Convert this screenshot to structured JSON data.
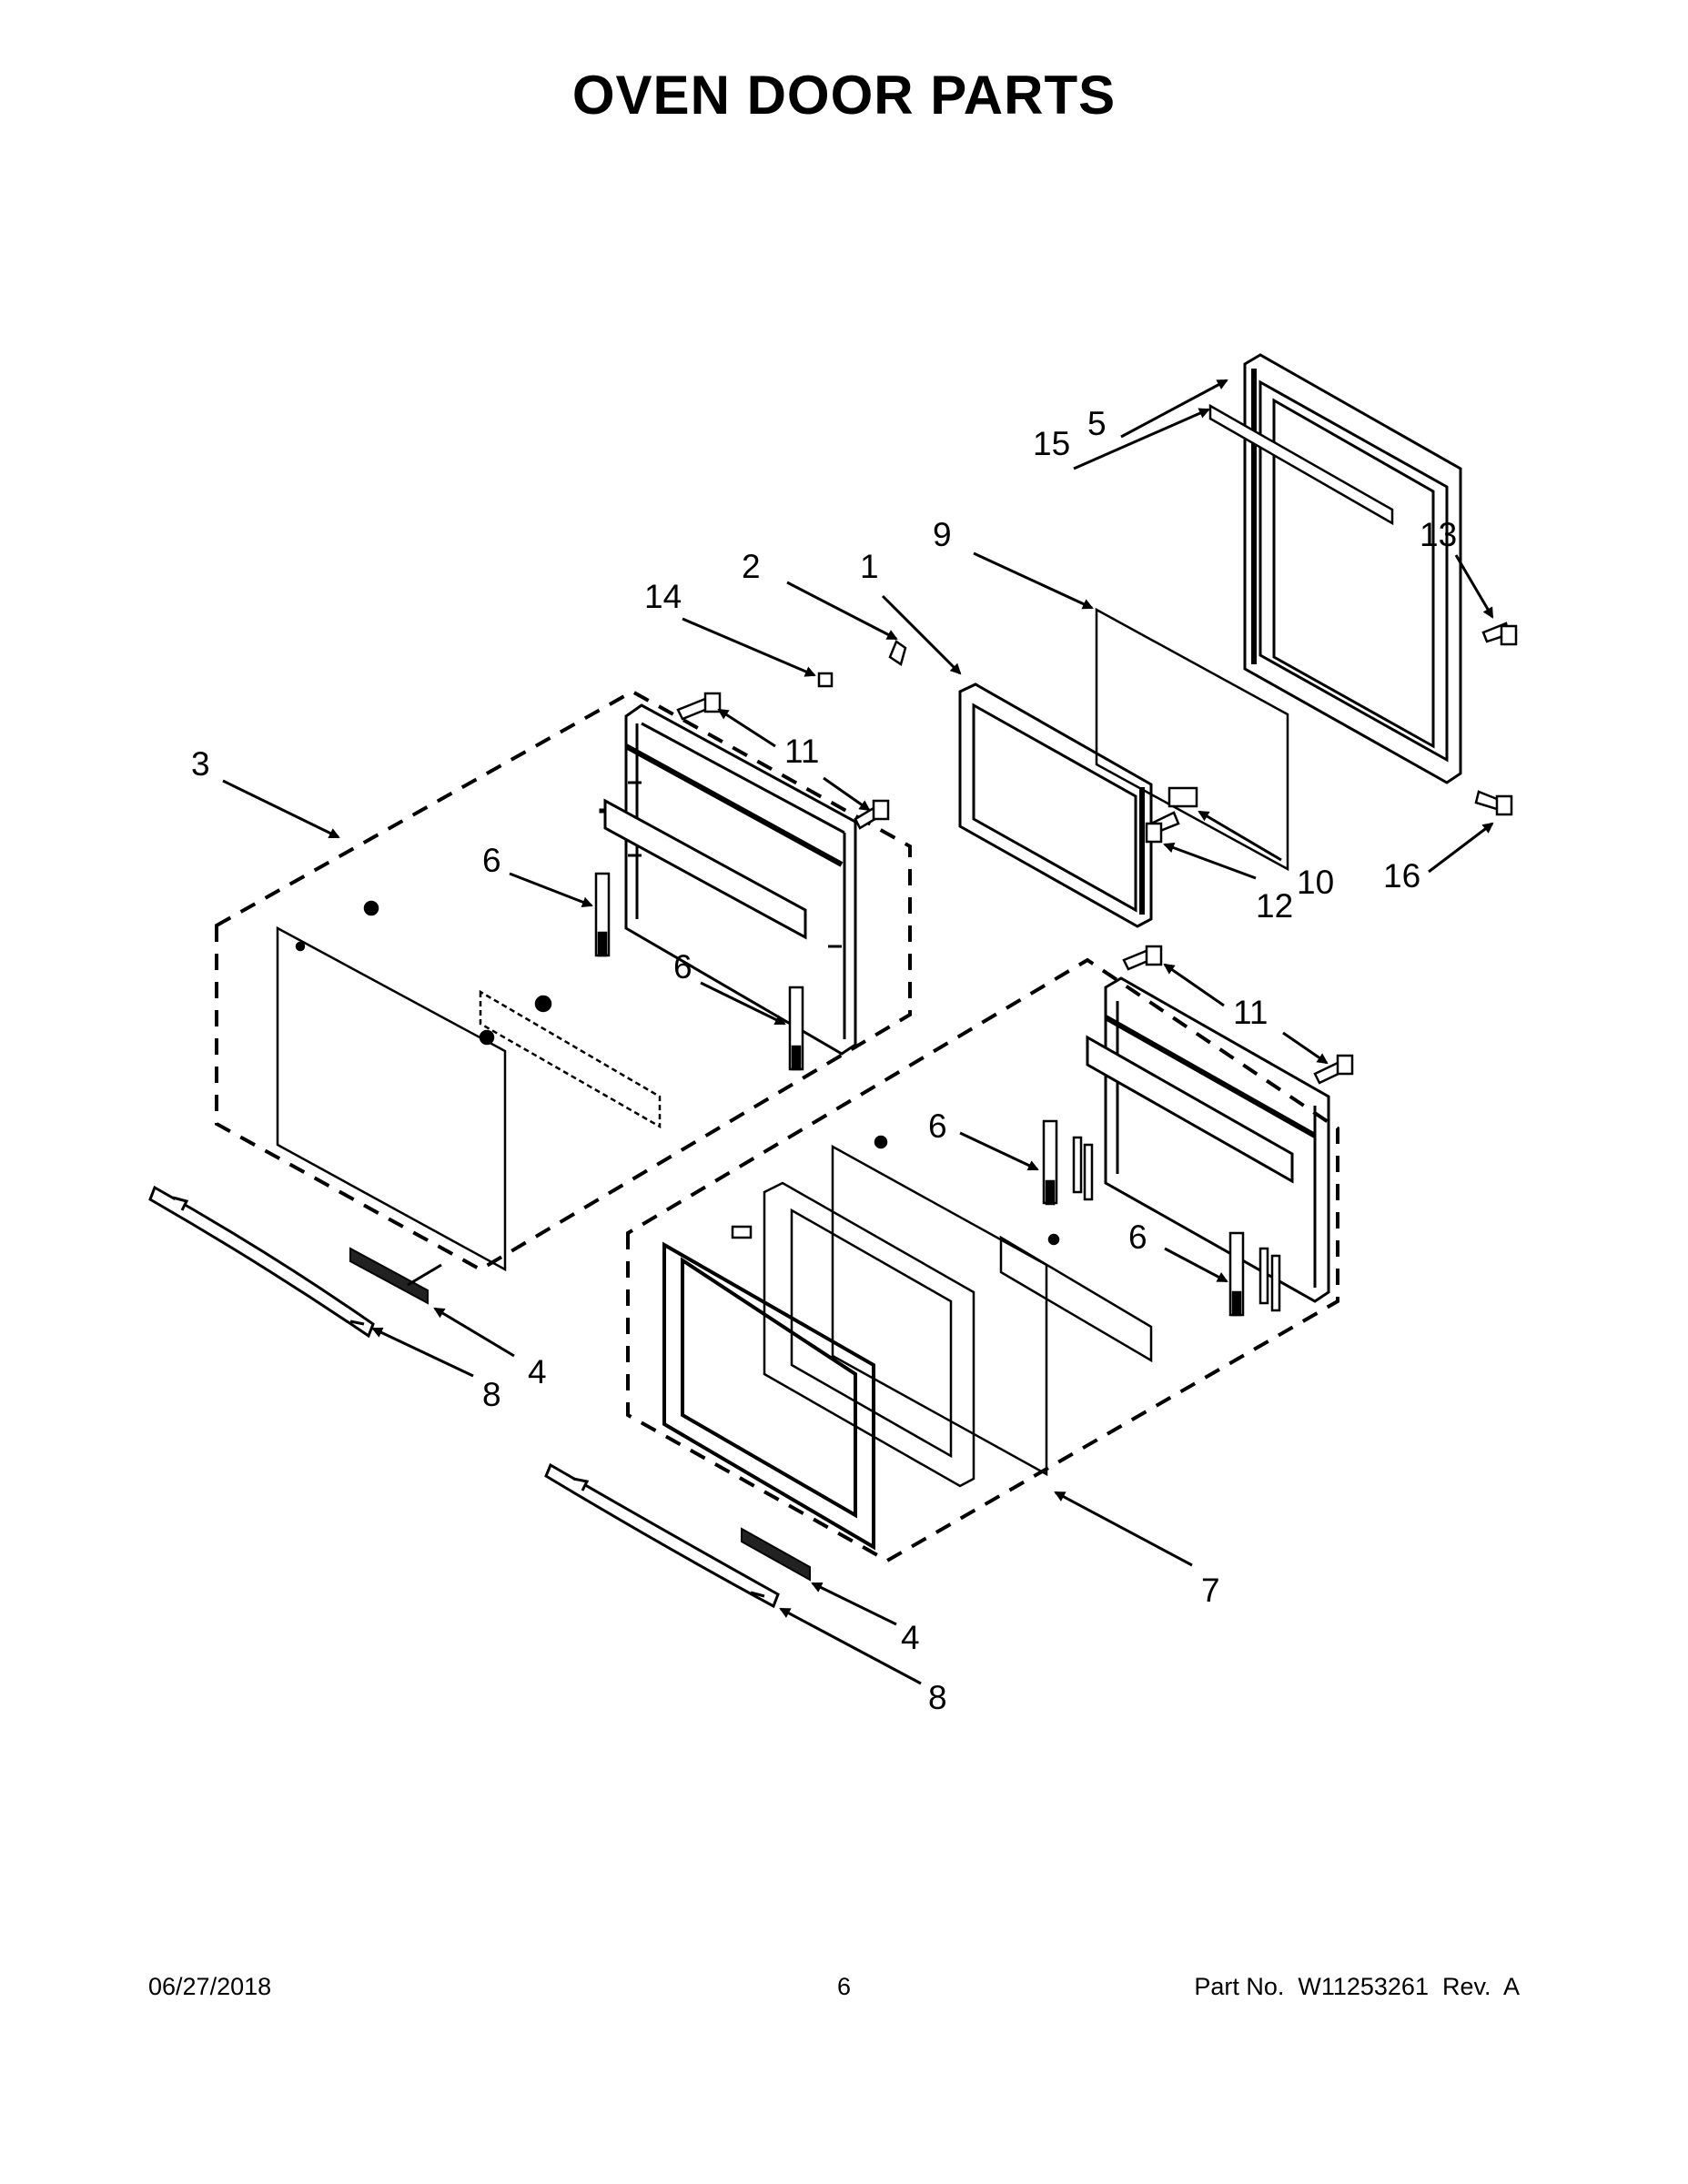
{
  "title": "OVEN DOOR PARTS",
  "callouts": {
    "c1": "1",
    "c2": "2",
    "c3": "3",
    "c4a": "4",
    "c4b": "4",
    "c5": "5",
    "c6a": "6",
    "c6b": "6",
    "c6c": "6",
    "c6d": "6",
    "c7": "7",
    "c8a": "8",
    "c8b": "8",
    "c9": "9",
    "c10": "10",
    "c11a": "11",
    "c11b": "11",
    "c12": "12",
    "c13": "13",
    "c14": "14",
    "c15": "15",
    "c16": "16"
  },
  "footer": {
    "date": "06/27/2018",
    "page": "6",
    "part": "Part No.  W11253261  Rev.  A"
  }
}
